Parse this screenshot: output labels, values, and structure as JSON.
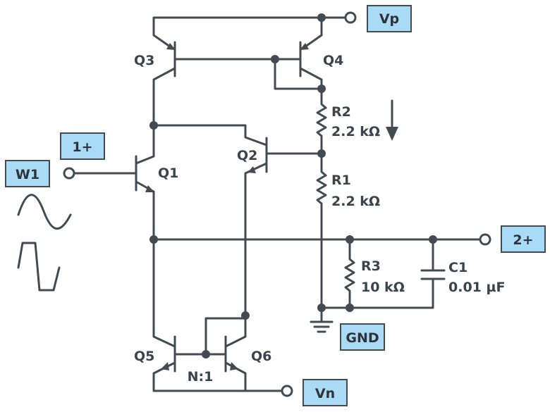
{
  "transistors": {
    "q1": "Q1",
    "q2": "Q2",
    "q3": "Q3",
    "q4": "Q4",
    "q5": "Q5",
    "q6": "Q6"
  },
  "mirror_ratio": "N:1",
  "components": {
    "r1": {
      "name": "R1",
      "value": "2.2 kΩ"
    },
    "r2": {
      "name": "R2",
      "value": "2.2 kΩ"
    },
    "r3": {
      "name": "R3",
      "value": "10 kΩ"
    },
    "c1": {
      "name": "C1",
      "value": "0.01 µF"
    }
  },
  "terminals": {
    "vp": "Vp",
    "vn": "Vn",
    "in_plus": "1+",
    "w1": "W1",
    "out_plus": "2+",
    "gnd": "GND"
  },
  "colors": {
    "wire": "#444a52",
    "tag_fill": "#a9dbf7"
  }
}
